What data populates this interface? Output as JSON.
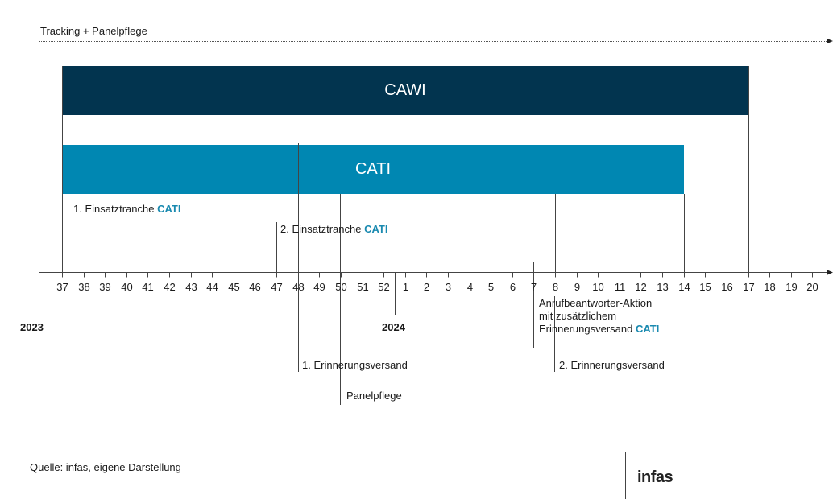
{
  "tracking_label": "Tracking + Panelpflege",
  "bars": {
    "cawi": {
      "label": "CAWI",
      "color": "#02344f"
    },
    "cati": {
      "label": "CATI",
      "color": "#0087b2"
    }
  },
  "cati_accent_color": "#1a8ab0",
  "axis": {
    "ticks": [
      "37",
      "38",
      "39",
      "40",
      "41",
      "42",
      "43",
      "44",
      "45",
      "46",
      "47",
      "48",
      "49",
      "50",
      "51",
      "52",
      "1",
      "2",
      "3",
      "4",
      "5",
      "6",
      "7",
      "8",
      "9",
      "10",
      "11",
      "12",
      "13",
      "14",
      "15",
      "16",
      "17",
      "18",
      "19",
      "20"
    ]
  },
  "years": {
    "y2023": "2023",
    "y2024": "2024"
  },
  "annotations": {
    "tranche1_prefix": "1. Einsatztranche ",
    "tranche1_cati": "CATI",
    "tranche2_prefix": "2. Einsatztranche ",
    "tranche2_cati": "CATI",
    "reminder1": "1. Erinnerungsversand",
    "panelpflege": "Panelpflege",
    "answering_line1": "Anrufbeantworter-Aktion",
    "answering_line2": "mit zusätzlichem",
    "answering_line3_prefix": "Erinnerungsversand ",
    "answering_cati": "CATI",
    "reminder2": "2. Erinnerungsversand"
  },
  "footer": {
    "source": "Quelle: infas, eigene Darstellung",
    "logo": "infas"
  }
}
